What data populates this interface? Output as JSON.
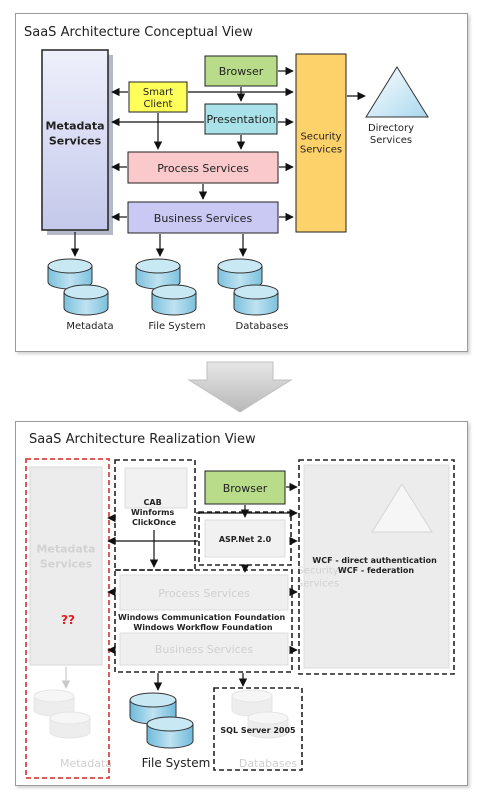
{
  "conceptual": {
    "title": "SaaS Architecture Conceptual View",
    "metadata_services": "Metadata Services",
    "smart_client": "Smart Client",
    "browser": "Browser",
    "presentation": "Presentation",
    "process_services": "Process Services",
    "business_services": "Business Services",
    "security_services": "Security Services",
    "directory_services": "Directory Services",
    "store_metadata": "Metadata",
    "store_file_system": "File System",
    "store_databases": "Databases"
  },
  "realization": {
    "title": "SaaS Architecture Realization View",
    "browser": "Browser",
    "client_tech": [
      "CAB",
      "Winforms",
      "ClickOnce"
    ],
    "presentation_tech": "ASP.Net 2.0",
    "services_tech": [
      "Windows Communication Foundation",
      "Windows Workflow Foundation"
    ],
    "security_tech": [
      "WCF - direct authentication",
      "WCF - federation"
    ],
    "metadata_unknown": "??",
    "database_tech": "SQL Server 2005",
    "faded_metadata_services": "Metadata Services",
    "faded_process_services": "Process Services",
    "faded_business_services": "Business Services",
    "faded_security": "Security Services",
    "faded_metadata": "Metadata",
    "faded_databases": "Databases",
    "file_system": "File System"
  },
  "colors": {
    "metadata_fill": "#d9dcf3",
    "smart_client_fill": "#ffff5a",
    "browser_fill": "#b9dc8a",
    "presentation_fill": "#a9e3e9",
    "process_fill": "#f9c9cb",
    "business_fill": "#c9c9f3",
    "security_fill": "#fdd26b",
    "store_fill": "#a8d7ea",
    "red_dash": "#d94848",
    "unknown_text": "#e02020"
  }
}
